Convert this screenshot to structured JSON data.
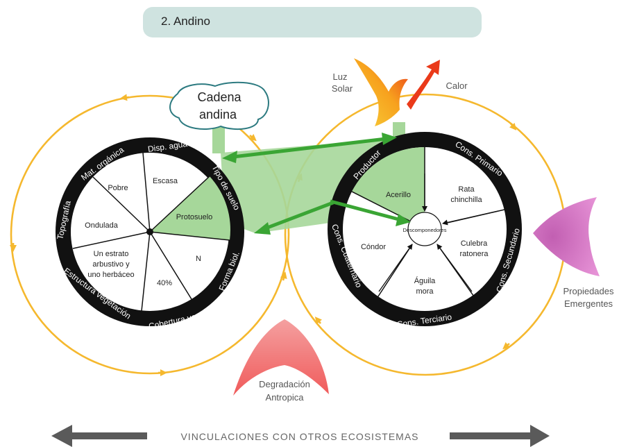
{
  "title": "2. Andino",
  "cadena": [
    "Cadena",
    "andina"
  ],
  "luz_solar": [
    "Luz",
    "Solar"
  ],
  "calor": "Calor",
  "propiedades": [
    "Propiedades",
    "Emergentes"
  ],
  "degradacion": [
    "Degradación",
    "Antropica"
  ],
  "vinculaciones": "VINCULACIONES CON OTROS ECOSISTEMAS",
  "left_wheel": {
    "rim_labels": [
      "Mat. orgánica",
      "Disp. agua",
      "Tipo de suelo",
      "Forma biol.",
      "Cobertura veg.",
      "Estructura vegetación",
      "Topografía"
    ],
    "sectors": {
      "pobre": "Pobre",
      "escasa": "Escasa",
      "protosuelo": "Protosuelo",
      "n": "N",
      "pct": "40%",
      "estrato": [
        "Un estrato",
        "arbustivo y",
        "uno herbáceo"
      ],
      "ondulada": "Ondulada"
    }
  },
  "right_wheel": {
    "rim_labels": [
      "Productor",
      "Cons. Primario",
      "Cons. Secundario",
      "Cons. Terciario",
      "Cons. Cuaternario"
    ],
    "hub": "Descomponedores",
    "sectors": {
      "acerillo": "Acerillo",
      "rata": [
        "Rata",
        "chinchilla"
      ],
      "culebra": [
        "Culebra",
        "ratonera"
      ],
      "aguila": [
        "Águila",
        "mora"
      ],
      "condor": "Cóndor"
    }
  },
  "colors": {
    "orange_cycle": "#f5b82e",
    "green_arrow": "#3aa534",
    "green_fill": "#a6d79a",
    "wheel_rim": "#111111",
    "pink": "#d874c3",
    "red": "#f27070",
    "gray_arrow": "#5a5a5a"
  }
}
